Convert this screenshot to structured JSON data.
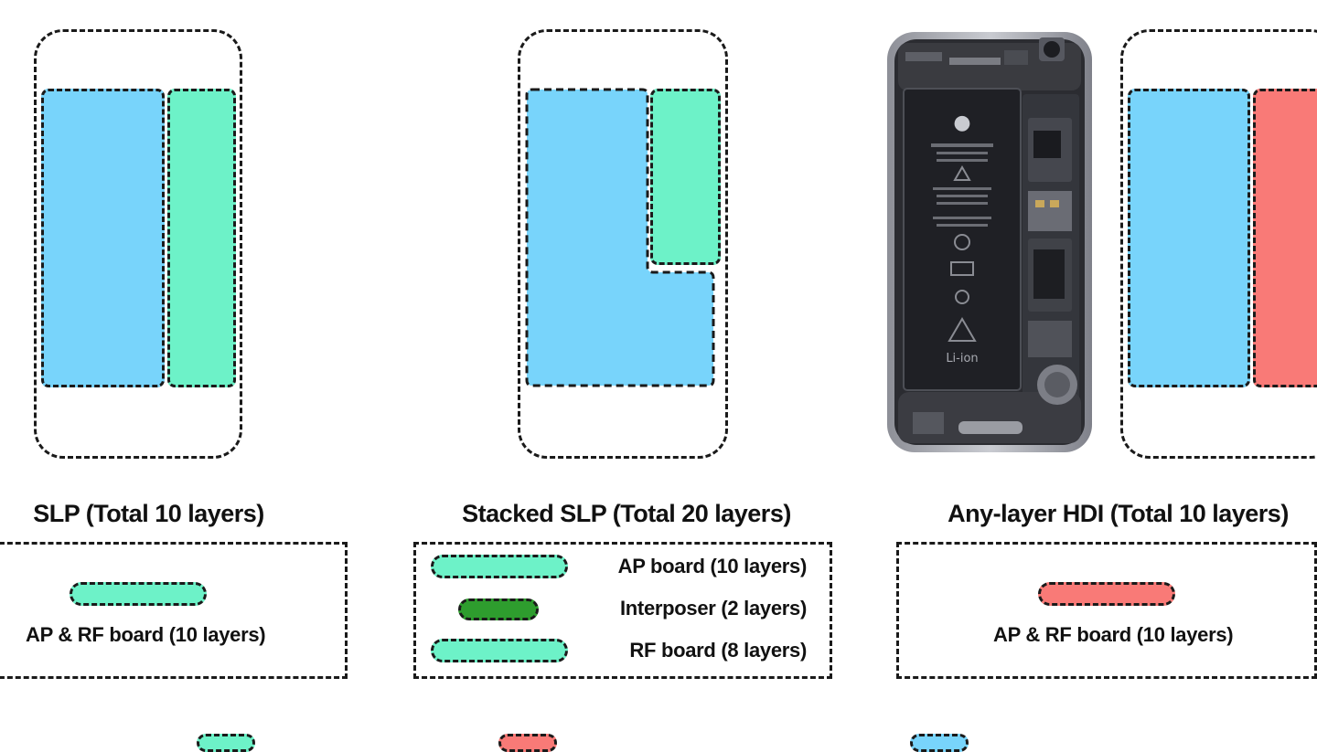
{
  "columns": [
    {
      "caption": "SLP (Total 10 layers)",
      "layers": [
        {
          "label": "AP & RF board (10 layers)",
          "color": "#6df2c8"
        }
      ]
    },
    {
      "caption": "Stacked SLP (Total 20 layers)",
      "layers": [
        {
          "label": "AP board (10 layers)",
          "color": "#6df2c8"
        },
        {
          "label": "Interposer (2 layers)",
          "color": "#2e9d2e"
        },
        {
          "label": "RF board (8 layers)",
          "color": "#6df2c8"
        }
      ]
    },
    {
      "caption": "Any-layer HDI (Total 10 layers)",
      "layers": [
        {
          "label": "AP & RF board (10 layers)",
          "color": "#f97a77"
        }
      ]
    }
  ],
  "phone_photo": {
    "battery_label": "Li-ion",
    "logo_icon": "apple-logo-icon"
  },
  "colors": {
    "blue": "#78d4fb",
    "green": "#6df2c8",
    "red": "#f97a77",
    "dark_green": "#2e9d2e"
  }
}
